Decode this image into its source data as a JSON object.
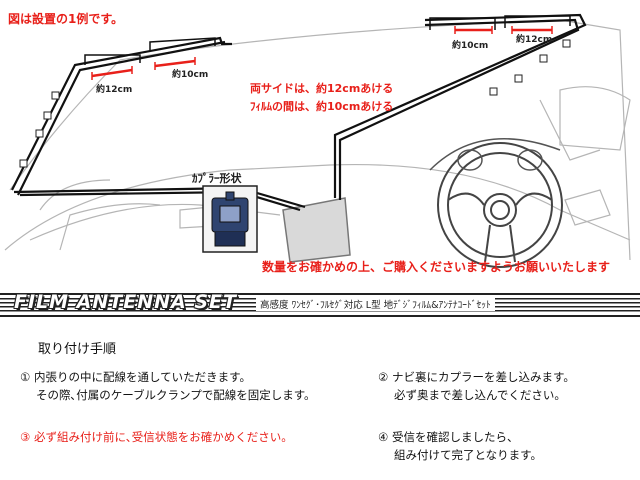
{
  "diagram": {
    "example_note": "図は設置の1例です。",
    "side_note_line1": "両サイドは、約12cmあける",
    "side_note_line2": "ﾌｨﾙﾑの間は、約10cmあける",
    "coupler_label": "ｶﾌﾟﾗｰ形状",
    "quantity_note": "数量をお確かめの上、ご購入くださいますようお願いいたします",
    "left_measure_12": "約12cm",
    "left_measure_10": "約10cm",
    "right_measure_10": "約10cm",
    "right_measure_12": "約12cm"
  },
  "banner": {
    "title": "FILM ANTENNA SET",
    "subtitle": "高感度 ﾜﾝｾｸﾞ･ﾌﾙｾｸﾞ対応 L型 地ﾃﾞｼﾞﾌｨﾙﾑ&ｱﾝﾃﾅｺｰﾄﾞｾｯﾄ"
  },
  "instructions": {
    "heading": "取り付け手順",
    "step1_line1": "① 内張りの中に配線を通していただきます。",
    "step1_line2": "その際､付属のケーブルクランプで配線を固定します。",
    "step2_line1": "② ナビ裏にカプラーを差し込みます。",
    "step2_line2": "必ず奥まで差し込んでください。",
    "step3_line1": "③ 必ず組み付け前に､受信状態をお確かめください。",
    "step4_line1": "④ 受信を確認しましたら、",
    "step4_line2": "組み付けて完了となります。"
  }
}
